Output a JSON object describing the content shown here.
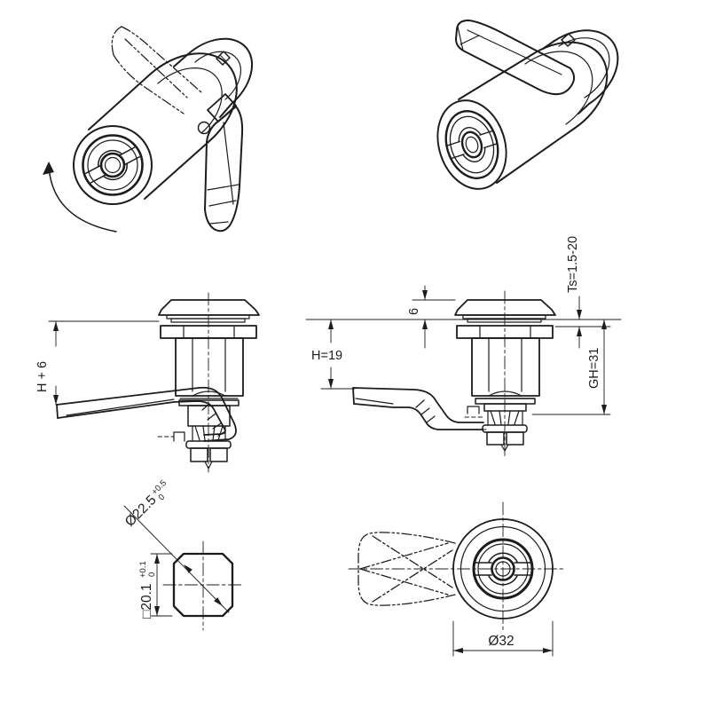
{
  "meta": {
    "drawing": "quarter-turn compression latch with wing handle",
    "ink_color": "#1c1c1c",
    "background_color": "#ffffff"
  },
  "views": {
    "iso_open": {
      "label": "isometric view, handle open position",
      "rotation_arrow": "counterclockwise"
    },
    "iso_closed": {
      "label": "isometric view, handle closed position"
    },
    "side_open": {
      "dim_h6": "H + 6"
    },
    "side_closed": {
      "dim_6": "6",
      "dim_h": "H=19",
      "dim_ts": "Ts=1.5-20",
      "dim_gh": "GH=31"
    },
    "top": {
      "dim_dia": "Ø22.5",
      "dia_tol_up": "+0.5",
      "dia_tol_low": "0",
      "dim_sq": "□20.1",
      "sq_tol_up": "+0.1",
      "sq_tol_low": "0"
    },
    "front": {
      "dim_dia": "Ø32"
    }
  }
}
